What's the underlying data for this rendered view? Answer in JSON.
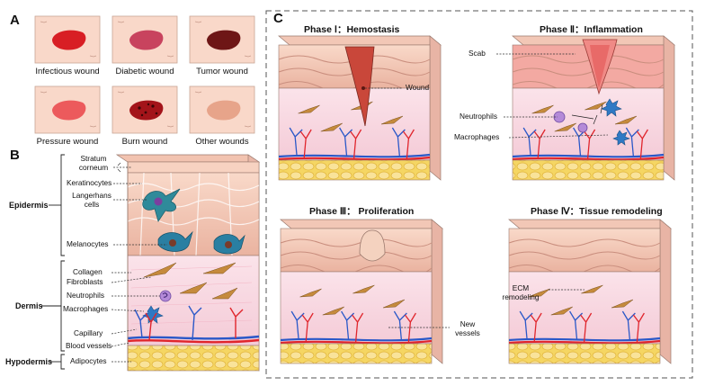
{
  "panels": {
    "a": "A",
    "b": "B",
    "c": "C"
  },
  "wounds": [
    {
      "label": "Infectious wound",
      "color": "#d81e24"
    },
    {
      "label": "Diabetic wound",
      "color": "#c8435e"
    },
    {
      "label": "Tumor wound",
      "color": "#6e1616"
    },
    {
      "label": "Pressure wound",
      "color": "#ec5a5c"
    },
    {
      "label": "Burn wound",
      "color": "#a3141a"
    },
    {
      "label": "Other wounds",
      "color": "#e7a48a"
    }
  ],
  "skin_layers": {
    "epidermis": "Epidermis",
    "dermis": "Dermis",
    "hypodermis": "Hypodermis"
  },
  "b_labels": {
    "stratum_1": "Stratum",
    "stratum_2": "corneum",
    "keratinocytes": "Keratinocytes",
    "langerhans_1": "Langerhans",
    "langerhans_2": "cells",
    "melanocytes": "Melanocytes",
    "collagen": "Collagen",
    "fibroblasts": "Fibroblasts",
    "neutrophils": "Neutrophils",
    "macrophages": "Macrophages",
    "capillary": "Capillary",
    "blood_vessels": "Blood vessels",
    "adipocytes": "Adipocytes"
  },
  "phases": {
    "p1": "Phase Ⅰ：Hemostasis",
    "p2": "Phase Ⅱ：Inflammation",
    "p3": "Phase Ⅲ：  Proliferation",
    "p4": "Phase Ⅳ：Tissue remodeling"
  },
  "c_labels": {
    "wound": "Wound",
    "scab": "Scab",
    "neutrophils": "Neutrophils",
    "macrophages": "Macrophages",
    "new_1": "New",
    "new_2": "vessels",
    "ecm_1": "ECM",
    "ecm_2": "remodeling"
  },
  "colors": {
    "skin": "#f6cdb9",
    "dermis": "#f6d3dc",
    "fat": "#f3d160",
    "artery": "#e0252c",
    "vein": "#2a58c8",
    "border": "#555555"
  }
}
